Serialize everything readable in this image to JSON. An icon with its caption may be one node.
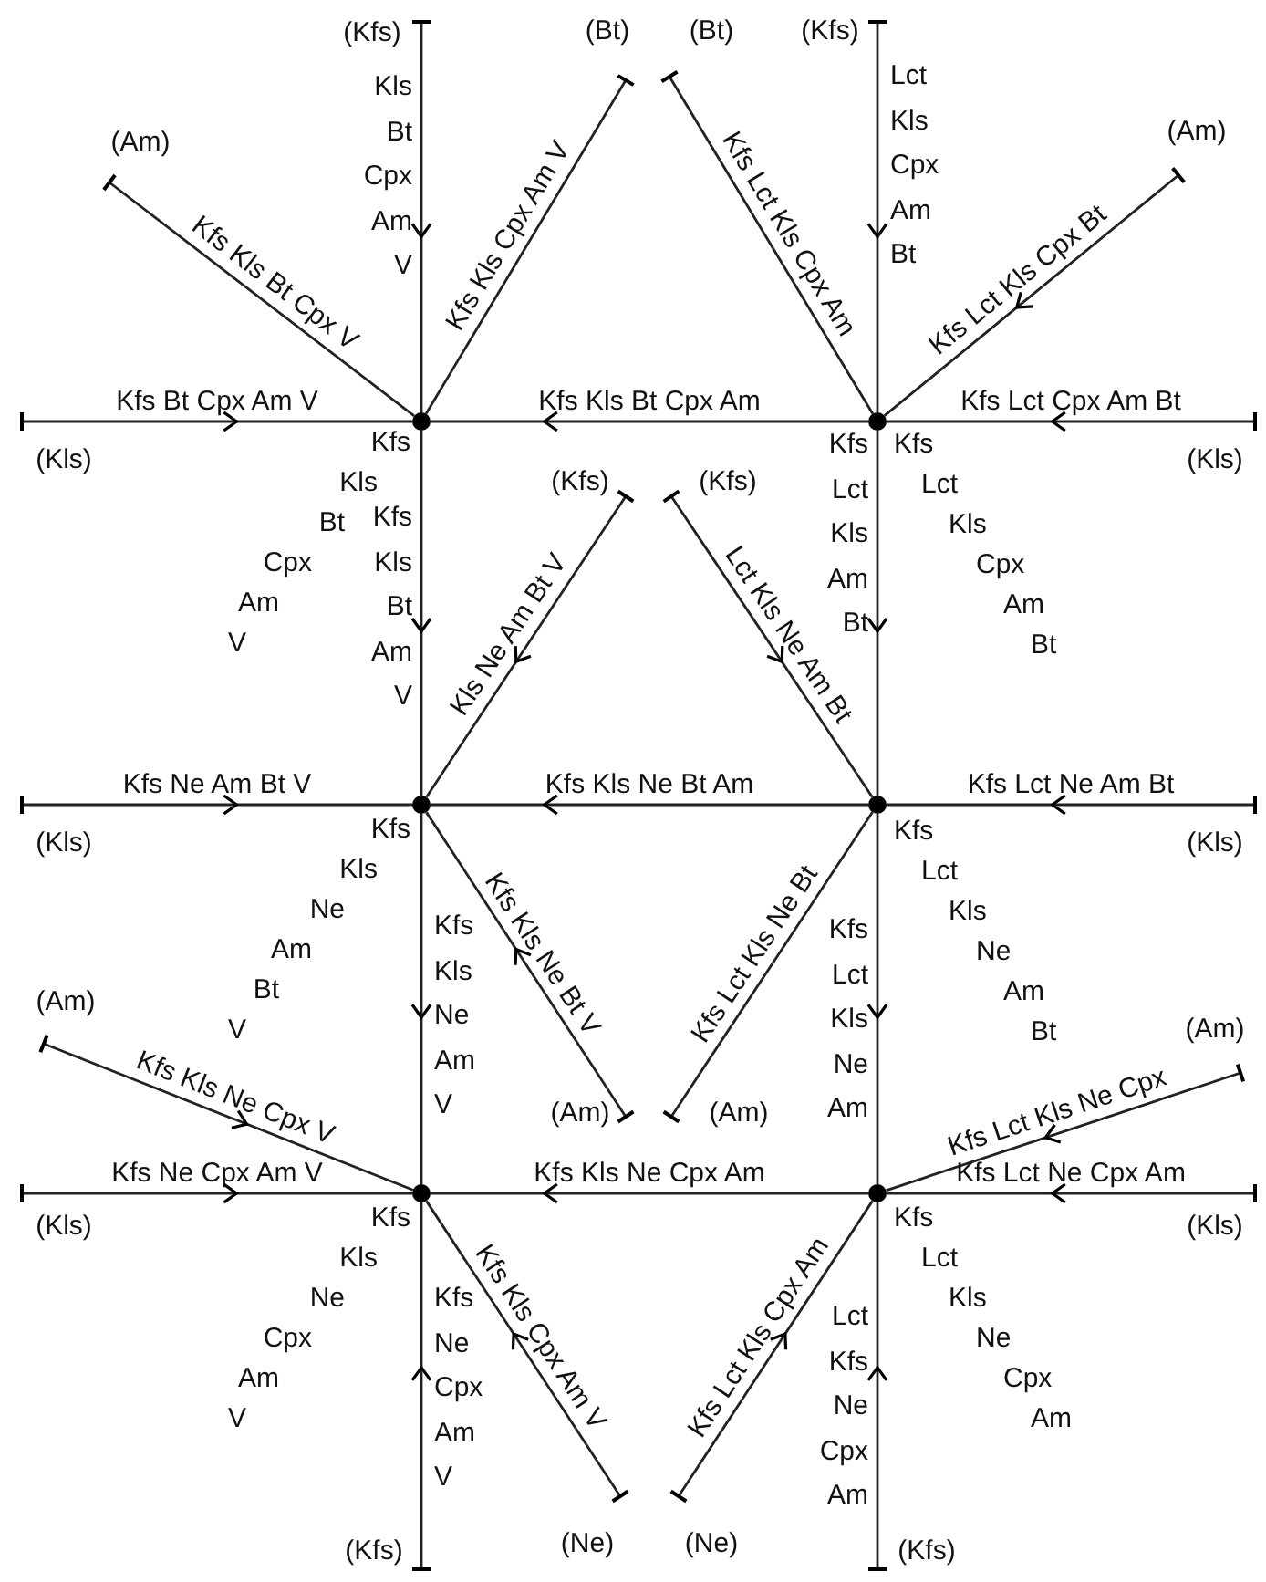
{
  "diagram": {
    "nodes": [
      {
        "text": [],
        "shape": "circle"
      },
      {
        "text": [],
        "shape": "circle"
      },
      {
        "text": [],
        "shape": "circle"
      },
      {
        "text": [],
        "shape": "circle"
      },
      {
        "text": [],
        "shape": "circle"
      },
      {
        "text": [],
        "shape": "circle"
      },
      {
        "text": [
          "(Kfs)"
        ]
      },
      {
        "text": [
          "(Am)"
        ]
      },
      {
        "text": [
          "(Bt)"
        ]
      },
      {
        "text": [
          "(Bt)"
        ]
      },
      {
        "text": [
          "(Kfs)"
        ]
      },
      {
        "text": [
          "(Am)"
        ]
      },
      {
        "text": [
          "(Kls)"
        ]
      },
      {
        "text": [
          "(Kls)"
        ]
      },
      {
        "text": [
          "(Kfs)"
        ]
      },
      {
        "text": [
          "(Kfs)"
        ]
      },
      {
        "text": [
          "(Kls)"
        ]
      },
      {
        "text": [
          "(Kls)"
        ]
      },
      {
        "text": [
          "(Am)"
        ]
      },
      {
        "text": [
          "(Am)"
        ]
      },
      {
        "text": [
          "(Am)"
        ]
      },
      {
        "text": [
          "(Am)"
        ]
      },
      {
        "text": [
          "(Kls)"
        ]
      },
      {
        "text": [
          "(Kls)"
        ]
      },
      {
        "text": [
          "(Ne)"
        ]
      },
      {
        "text": [
          "(Ne)"
        ]
      },
      {
        "text": [
          "(Kfs)"
        ]
      },
      {
        "text": [
          "(Kfs)"
        ]
      }
    ],
    "edges": [
      {
        "from": 6,
        "to": 0,
        "arrow": "to",
        "label": "Kls Bt Cpx Am V"
      },
      {
        "from": 7,
        "to": 0,
        "arrow": "other",
        "label": "Kfs Kls Bt Cpx V"
      },
      {
        "from": 8,
        "to": 0,
        "arrow": "other",
        "label": "Kfs Kls Cpx Am V"
      },
      {
        "from": 12,
        "to": 0,
        "arrow": "to",
        "label": "Kfs Bt Cpx Am V"
      },
      {
        "from": 1,
        "to": 0,
        "arrow": "to",
        "label": "Kfs Kls Bt Cpx Am"
      },
      {
        "from": 0,
        "to": 2,
        "arrow": "to",
        "label": "Kfs Kls Bt Am V"
      },
      {
        "from": 10,
        "to": 1,
        "arrow": "to",
        "label": "Lct Kls Cpx Am Bt"
      },
      {
        "from": 9,
        "to": 1,
        "arrow": "other",
        "label": "Kfs Lct Kls Cpx Am"
      },
      {
        "from": 11,
        "to": 1,
        "arrow": "to",
        "label": "Kfs Lct Kls Cpx Bt"
      },
      {
        "from": 13,
        "to": 1,
        "arrow": "to",
        "label": "Kfs Lct Cpx Am Bt"
      },
      {
        "from": 1,
        "to": 3,
        "arrow": "to",
        "label": "Kfs Lct Kls Am Bt"
      },
      {
        "from": 14,
        "to": 2,
        "arrow": "to",
        "label": "Kls Ne Am Bt V"
      },
      {
        "from": 15,
        "to": 3,
        "arrow": "to",
        "label": "Lct Kls Ne Am Bt"
      },
      {
        "from": 16,
        "to": 2,
        "arrow": "to",
        "label": "Kfs Ne Am Bt V"
      },
      {
        "from": 3,
        "to": 2,
        "arrow": "to",
        "label": "Kfs Kls Ne Bt Am"
      },
      {
        "from": 19,
        "to": 2,
        "arrow": "to",
        "label": "Kfs Kls Ne Bt V"
      },
      {
        "from": 2,
        "to": 4,
        "arrow": "to",
        "label": "Kfs Kls Ne Am V"
      },
      {
        "from": 17,
        "to": 3,
        "arrow": "to",
        "label": "Kfs Lct Ne Am Bt"
      },
      {
        "from": 20,
        "to": 3,
        "arrow": "other",
        "label": "Kfs Lct Kls Ne Bt"
      },
      {
        "from": 3,
        "to": 5,
        "arrow": "to",
        "label": "Kfs Lct Kls Ne Am"
      },
      {
        "from": 18,
        "to": 4,
        "arrow": "to",
        "label": "Kfs Kls Ne Cpx V"
      },
      {
        "from": 22,
        "to": 4,
        "arrow": "to",
        "label": "Kfs Ne Cpx Am V"
      },
      {
        "from": 5,
        "to": 4,
        "arrow": "to",
        "label": "Kfs Kls Ne Cpx Am"
      },
      {
        "from": 24,
        "to": 4,
        "arrow": "to",
        "label": "Kfs Kls Cpx Am V"
      },
      {
        "from": 26,
        "to": 4,
        "arrow": "to",
        "label": "Kfs Ne Cpx Am V"
      },
      {
        "from": 21,
        "to": 5,
        "arrow": "to",
        "label": "Kfs Lct Kls Ne Cpx"
      },
      {
        "from": 23,
        "to": 5,
        "arrow": "to",
        "label": "Kfs Lct Ne Cpx Am"
      },
      {
        "from": 25,
        "to": 5,
        "arrow": "to",
        "label": "Kfs Lct Kls Cpx Am"
      },
      {
        "from": 27,
        "to": 5,
        "arrow": "to",
        "label": "Lct Kfs Ne Cpx Am"
      }
    ],
    "labels": [
      "Kfs Kls Bt Cpx Am V",
      "Kfs Lct Kls Cpx Am Bt",
      "Kfs Kls Ne Am Bt V",
      "Kfs Lct Kls Ne Am Bt",
      "Kfs Kls Ne Cpx Am V",
      "Kfs Lct Kls Ne Cpx Am"
    ]
  }
}
